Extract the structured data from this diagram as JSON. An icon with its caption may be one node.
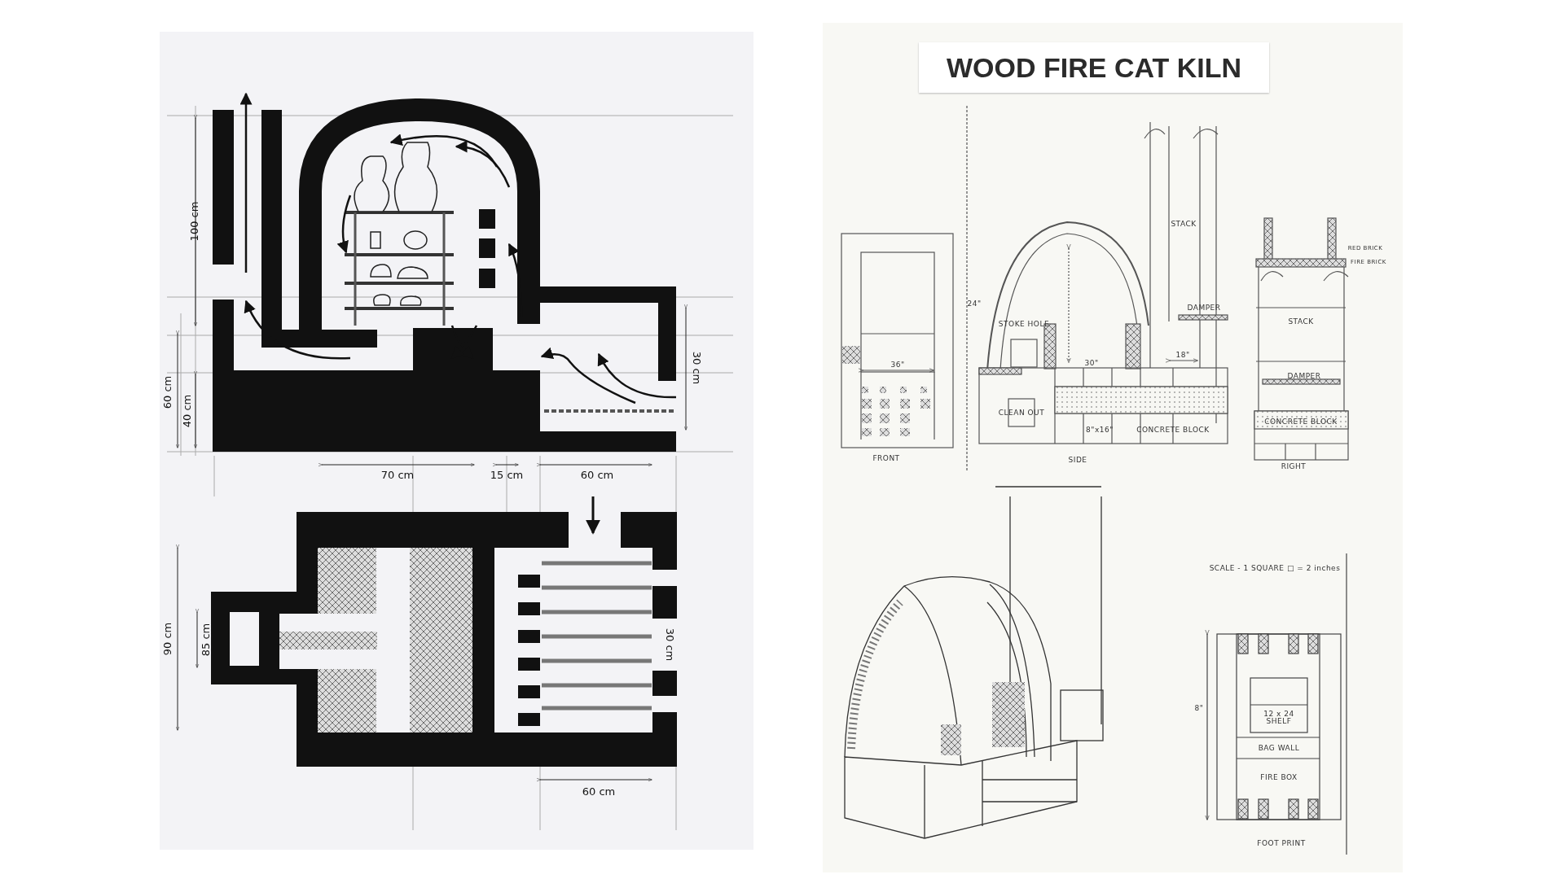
{
  "diagram": {
    "title": "WOOD FIRE CAT KILN",
    "labels": [
      "100 cm",
      "60 cm",
      "40 cm",
      "30 cm",
      "70 cm",
      "15 cm",
      "60 cm",
      "90 cm",
      "85 cm",
      "30 cm",
      "60 cm",
      "STACK",
      "RED BRICK",
      "FIRE BRICK",
      "24\"",
      "STOKE HOLE",
      "DAMPER",
      "STACK",
      "36\"",
      "30\"",
      "18\"",
      "DAMPER",
      "CLEAN OUT",
      "8\"x16\"",
      "CONCRETE BLOCK",
      "CONCRETE BLOCK",
      "FRONT",
      "SIDE",
      "RIGHT",
      "SCALE - 1 SQUARE □ = 2 inches",
      "8\"",
      "12 x 24 SHELF",
      "BAG WALL",
      "FIRE BOX",
      "FOOT PRINT"
    ]
  }
}
